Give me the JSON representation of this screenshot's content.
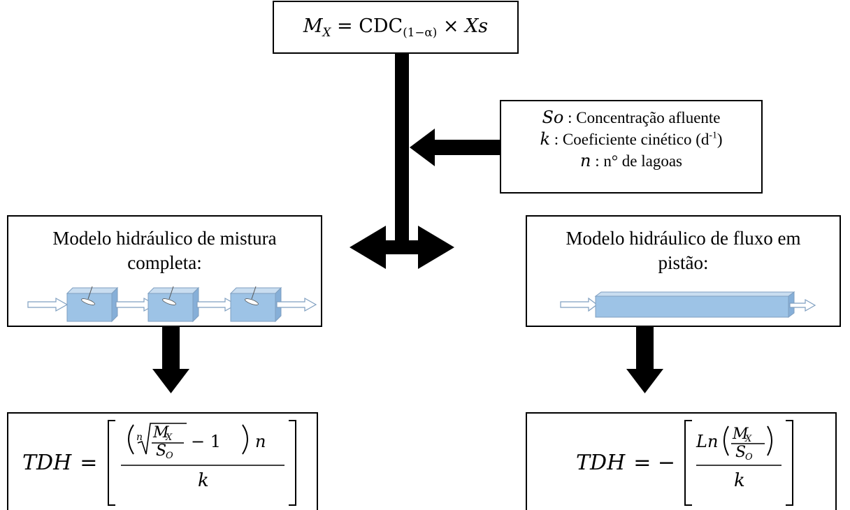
{
  "top_formula": {
    "lhs": "M",
    "lhs_sub": "X",
    "equals": "=",
    "cdc": "CDC",
    "cdc_sub": "(1−α)",
    "times": "×",
    "xs": "Xs"
  },
  "inputs": [
    {
      "symbol": "So",
      "text": " : Concentração afluente"
    },
    {
      "symbol": "k",
      "text": " : Coeficiente cinético (d",
      "sup": "-1",
      "close": ")"
    },
    {
      "symbol": "n",
      "text": " : n° de lagoas"
    }
  ],
  "models": {
    "left": {
      "title_line1": "Modelo hidráulico de mistura",
      "title_line2": "completa:"
    },
    "right": {
      "title_line1": "Modelo hidráulico de fluxo em",
      "title_line2": "pistão:"
    }
  },
  "formulas": {
    "left": {
      "lhs": "TDH",
      "equals": "=",
      "root_index": "n",
      "mx": "M",
      "mx_sub": "X",
      "so": "S",
      "so_sub": "O",
      "minus_one": "− 1",
      "n": "n",
      "denominator": "k"
    },
    "right": {
      "lhs": "TDH",
      "equals": "= −",
      "ln": "Ln",
      "mx": "M",
      "mx_sub": "X",
      "so": "S",
      "so_sub": "O",
      "denominator": "k"
    }
  },
  "colors": {
    "reactor_fill": "#9DC3E6",
    "reactor_edge": "#7F9FC0",
    "stroke": "#000000"
  }
}
